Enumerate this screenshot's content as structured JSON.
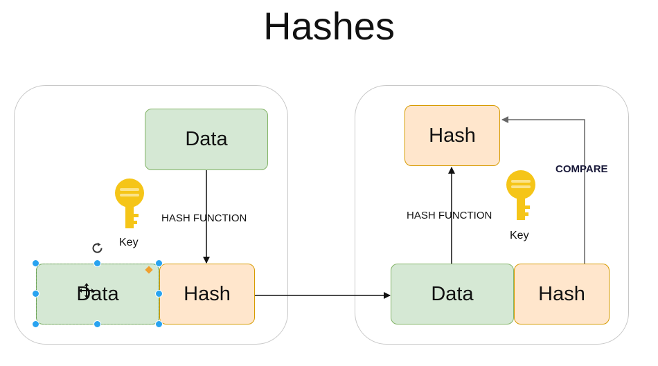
{
  "title": "Hashes",
  "left_panel": {
    "data_top_label": "Data",
    "hash_function_label": "HASH FUNCTION",
    "key_label": "Key",
    "data_bottom_label": "Data",
    "hash_bottom_label": "Hash"
  },
  "right_panel": {
    "hash_top_label": "Hash",
    "compare_label": "COMPARE",
    "hash_function_label": "HASH FUNCTION",
    "key_label": "Key",
    "data_bottom_label": "Data",
    "hash_bottom_label": "Hash"
  },
  "colors": {
    "data_fill": "#d5e8d4",
    "data_stroke": "#82b366",
    "hash_fill": "#ffe6cc",
    "hash_stroke": "#d79b00",
    "key_color": "#f5c518",
    "selection_handle": "#29a3f0"
  },
  "icons": {
    "key": "key-icon",
    "rotate": "rotate-icon",
    "move": "move-cursor-icon",
    "edit_point": "edit-point-icon"
  }
}
